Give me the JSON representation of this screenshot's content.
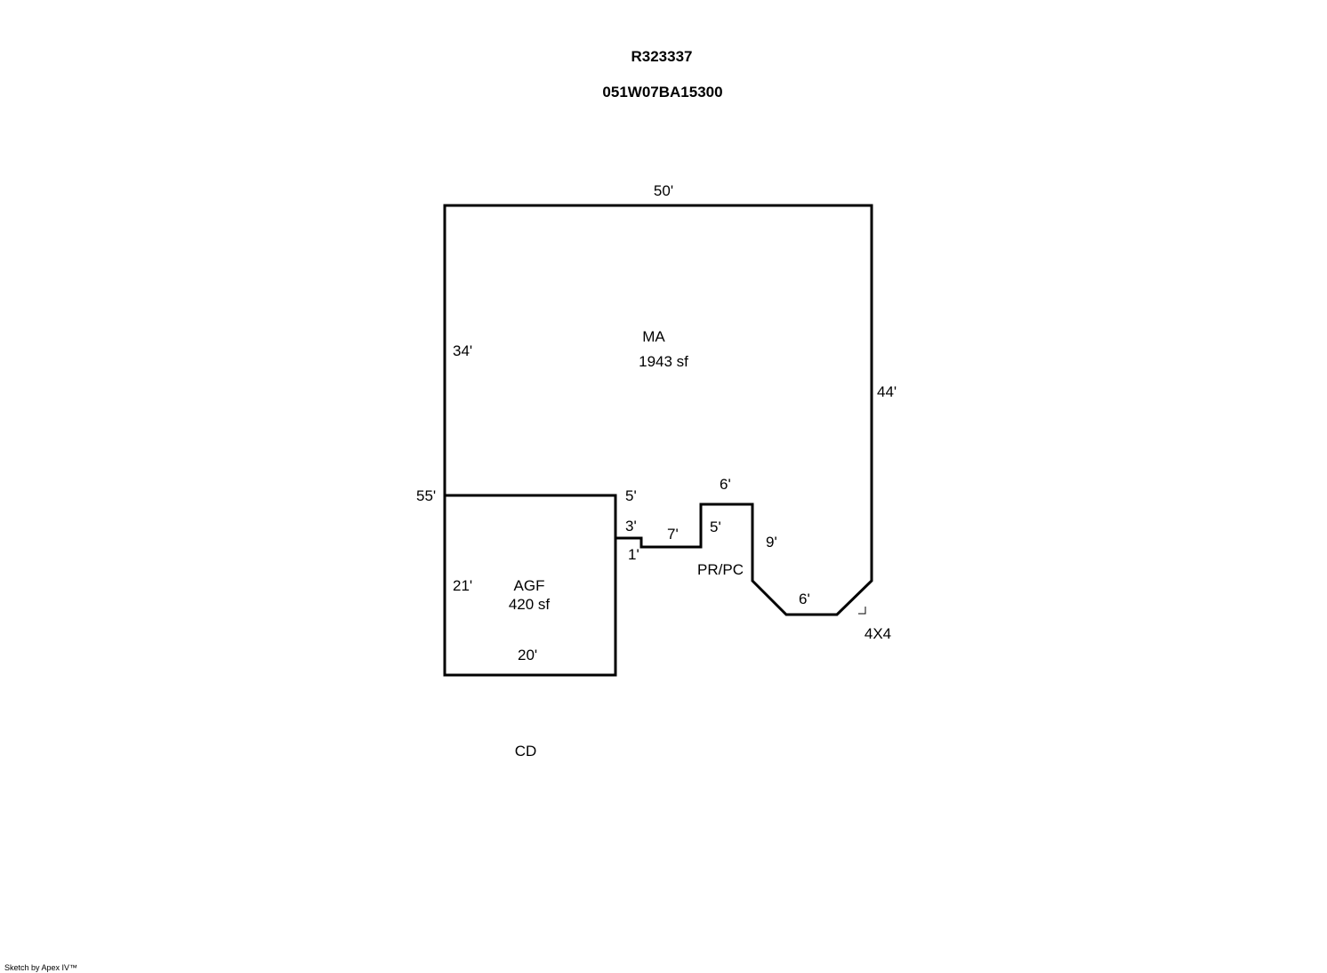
{
  "header": {
    "account": "R323337",
    "map_tax_lot": "051W07BA15300"
  },
  "areas": {
    "main": {
      "code": "MA",
      "size": "1943 sf"
    },
    "garage": {
      "code": "AGF",
      "size": "420 sf"
    },
    "porch": {
      "code": "PR/PC"
    },
    "deck": {
      "code": "CD"
    },
    "post": {
      "code": "4X4"
    }
  },
  "dimensions": {
    "top": "50'",
    "left_upper": "34'",
    "right": "44'",
    "left_total": "55'",
    "step_5": "5'",
    "step_3": "3'",
    "step_1": "1'",
    "step_7": "7'",
    "porch_top": "6'",
    "porch_side": "5'",
    "porch_drop": "9'",
    "bottom": "6'",
    "garage_side": "21'",
    "garage_bottom": "20'"
  },
  "footer": {
    "credit": "Sketch by Apex IV™"
  }
}
